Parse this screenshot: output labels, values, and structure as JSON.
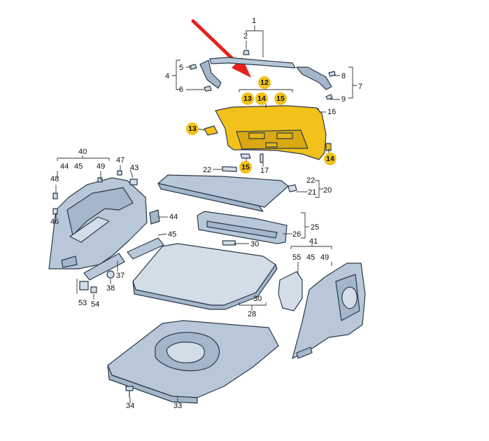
{
  "diagram": {
    "highlight_color": "#f2c21b",
    "arrow_color": "#e5211f",
    "part_color": "#b9c8d8",
    "labels": {
      "l1": "1",
      "l2": "2",
      "l4": "4",
      "l5": "5",
      "l6": "6",
      "l7": "7",
      "l8": "8",
      "l9": "9",
      "l16": "16",
      "l17": "17",
      "l20": "20",
      "l21": "21",
      "l22a": "22",
      "l22b": "22",
      "l25": "25",
      "l26": "26",
      "l28": "28",
      "l30a": "30",
      "l30b": "30",
      "l33": "33",
      "l34": "34",
      "l37": "37",
      "l38": "38",
      "l40": "40",
      "l41": "41",
      "l43": "43",
      "l44a": "44",
      "l44b": "44",
      "l45a": "45",
      "l45b": "45",
      "l45c": "45",
      "l46": "46",
      "l47": "47",
      "l48": "48",
      "l49a": "49",
      "l49b": "49",
      "l53": "53",
      "l54": "54",
      "l55": "55"
    },
    "badges": {
      "b12": "12",
      "b13a": "13",
      "b13b": "13",
      "b14a": "14",
      "b14b": "14",
      "b15a": "15",
      "b15b": "15"
    }
  }
}
